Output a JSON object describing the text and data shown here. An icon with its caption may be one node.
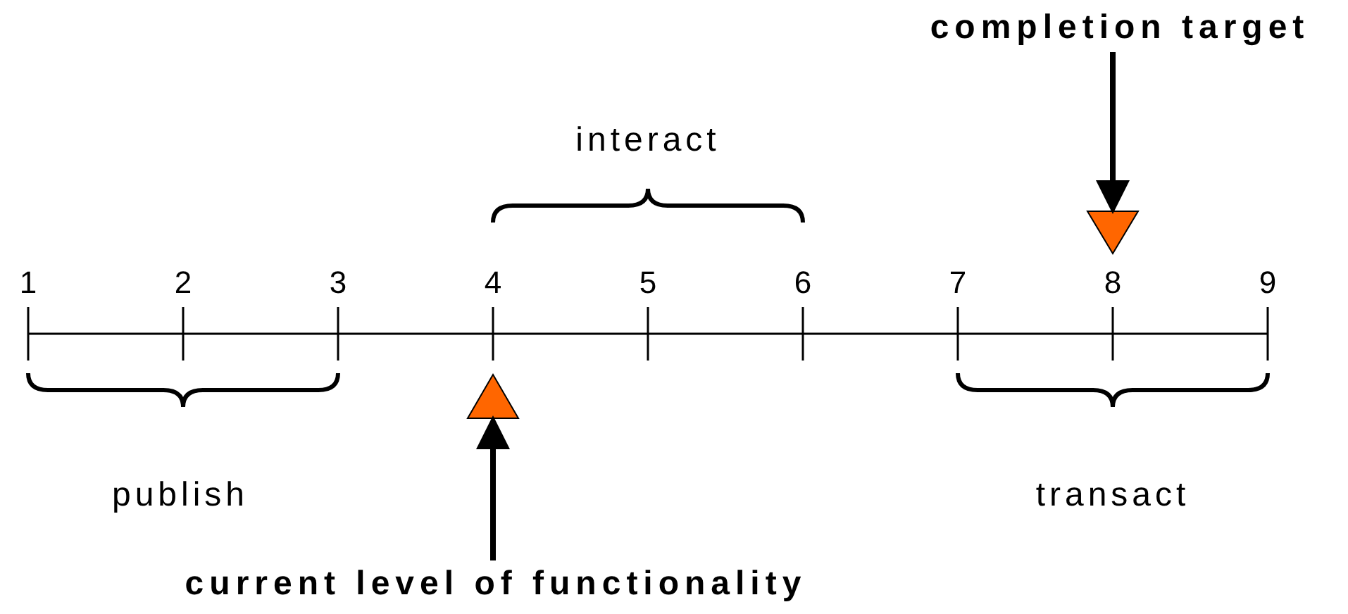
{
  "diagram": {
    "nodes": [
      {
        "text": [
          "completion target"
        ]
      },
      {
        "text": [],
        "shape": "triangle"
      },
      {
        "text": [],
        "shape": "triangle"
      },
      {
        "text": [
          "current level of functionality"
        ]
      }
    ],
    "edges": [
      {
        "from": 0,
        "to": 1,
        "arrow": "to"
      },
      {
        "from": 3,
        "to": 2,
        "arrow": "to"
      }
    ],
    "labels": [
      "interact",
      "1",
      "2",
      "3",
      "4",
      "5",
      "6",
      "7",
      "8",
      "9",
      "publish",
      "transact"
    ]
  }
}
